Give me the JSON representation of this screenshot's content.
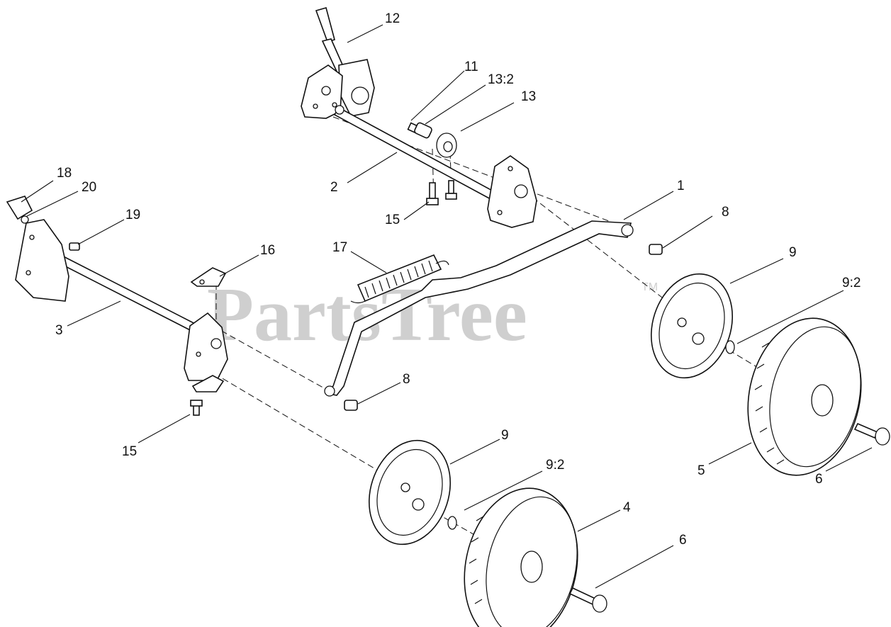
{
  "watermark": {
    "brand": "PartsTree",
    "trademark": "TM"
  },
  "callouts": {
    "c1": "1",
    "c2": "2",
    "c3": "3",
    "c4": "4",
    "c5": "5",
    "c6a": "6",
    "c6b": "6",
    "c8a": "8",
    "c8b": "8",
    "c9a": "9",
    "c9b": "9",
    "c9_2a": "9:2",
    "c9_2b": "9:2",
    "c11": "11",
    "c12": "12",
    "c13": "13",
    "c13_2": "13:2",
    "c15a": "15",
    "c15b": "15",
    "c16": "16",
    "c17": "17",
    "c18": "18",
    "c19": "19",
    "c20": "20"
  }
}
